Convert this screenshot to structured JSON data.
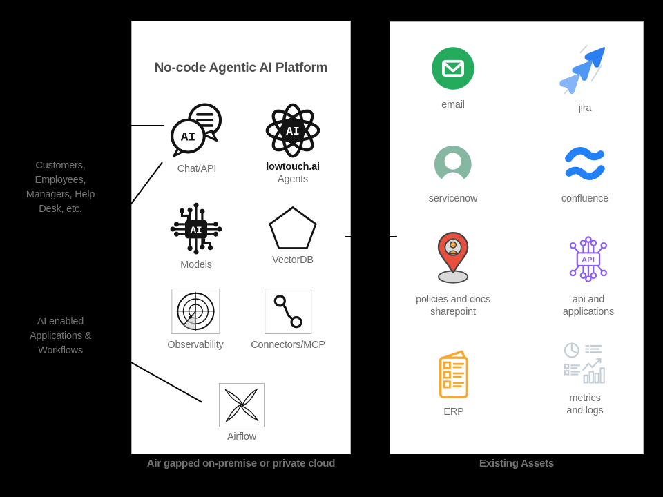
{
  "left_annotations": {
    "users_label": "Customers,\nEmployees,\nManagers, Help\nDesk, etc.",
    "apps_label": "AI enabled\nApplications &\nWorkflows"
  },
  "platform": {
    "title": "No-code Agentic AI Platform",
    "caption": "Air gapped on-premise or private cloud",
    "items": [
      {
        "label": "Chat/API",
        "icon": "chat-bubbles-ai-icon"
      },
      {
        "label": "lowtouch.ai",
        "sublabel": "Agents",
        "icon": "atom-ai-icon"
      },
      {
        "label": "Models",
        "icon": "ai-chip-icon"
      },
      {
        "label": "VectorDB",
        "icon": "pentagon-icon"
      },
      {
        "label": "Observability",
        "icon": "radar-icon"
      },
      {
        "label": "Connectors/MCP",
        "icon": "connector-nodes-icon"
      },
      {
        "label": "Airflow",
        "icon": "pinwheel-icon"
      }
    ]
  },
  "assets": {
    "caption": "Existing Assets",
    "items": [
      {
        "label": "email",
        "icon": "email-icon"
      },
      {
        "label": "jira",
        "icon": "jira-icon"
      },
      {
        "label": "servicenow",
        "icon": "servicenow-icon"
      },
      {
        "label": "confluence",
        "icon": "confluence-icon"
      },
      {
        "label": "policies and docs\nsharepoint",
        "icon": "sharepoint-pin-icon"
      },
      {
        "label": "api and\napplications",
        "icon": "api-chip-icon"
      },
      {
        "label": "ERP",
        "icon": "erp-document-icon"
      },
      {
        "label": "metrics\nand logs",
        "icon": "metrics-logs-icon"
      }
    ]
  },
  "colors": {
    "background": "#000000",
    "panel_border": "#b0b0b0",
    "label_gray": "#6e6e6e",
    "email_green": "#24AB5E",
    "jira_blue_dark": "#2B7FF0",
    "jira_blue_mid": "#4E97F4",
    "jira_blue_light": "#85B4F8",
    "servicenow_green": "#85B7A3",
    "confluence_blue": "#2381F8",
    "pin_red": "#E94F3D",
    "person_orange": "#F4A73C",
    "api_purple": "#8B5CF6",
    "erp_orange": "#F7A92F",
    "metrics_gray": "#C3CDD7"
  }
}
